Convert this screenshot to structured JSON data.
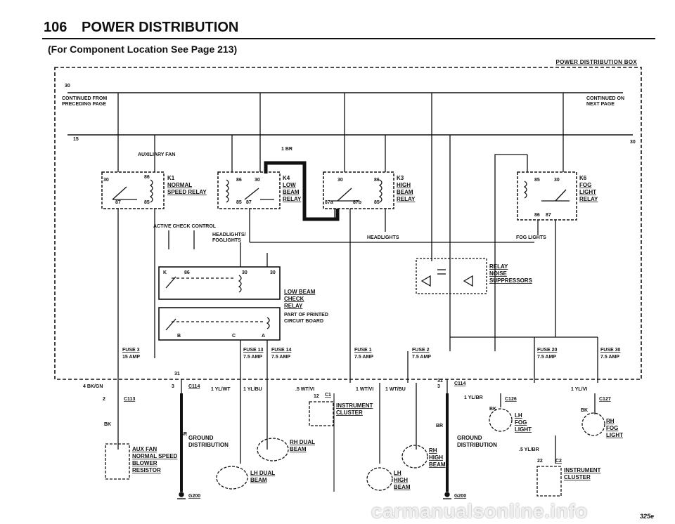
{
  "header": {
    "page_number": "106",
    "title": "POWER DISTRIBUTION",
    "subtitle": "(For Component Location See Page 213)",
    "box_title": "POWER DISTRIBUTION BOX"
  },
  "bus": {
    "b30_left": "30",
    "b15_left": "15",
    "b30_right": "30",
    "cont_from": [
      "CONTINUED FROM",
      "PRECEDING PAGE"
    ],
    "cont_on": [
      "CONTINUED ON",
      "NEXT PAGE"
    ]
  },
  "relays": {
    "k1": {
      "id": "K1",
      "lines": [
        "NORMAL",
        "SPEED RELAY"
      ],
      "caption": "AUXILIARY FAN",
      "pins": [
        "30",
        "86",
        "87",
        "85"
      ]
    },
    "k4": {
      "id": "K4",
      "lines": [
        "LOW",
        "BEAM",
        "RELAY"
      ],
      "pins": [
        "86",
        "30",
        "85",
        "87"
      ]
    },
    "k3": {
      "id": "K3",
      "lines": [
        "HIGH",
        "BEAM",
        "RELAY"
      ],
      "pins": [
        "30",
        "86",
        "87a",
        "87b",
        "85"
      ]
    },
    "k6": {
      "id": "K6",
      "lines": [
        "FOG",
        "LIGHT",
        "RELAY"
      ],
      "pins": [
        "85",
        "30",
        "86",
        "87"
      ]
    },
    "lowbeam_check": {
      "lines": [
        "LOW BEAM",
        "CHECK",
        "RELAY"
      ],
      "note": [
        "PART OF PRINTED",
        "CIRCUIT BOARD"
      ],
      "pins": [
        "K",
        "86",
        "30",
        "30",
        "B",
        "C",
        "A"
      ]
    },
    "noise": {
      "lines": [
        "RELAY",
        "NOISE",
        "SUPPRESSORS"
      ]
    }
  },
  "labels": {
    "br1": "1 BR",
    "active_check": "ACTIVE CHECK CONTROL",
    "headlights_foglights": [
      "HEADLIGHTS/",
      "FOGLIGHTS"
    ],
    "headlights": "HEADLIGHTS",
    "fog_lights": "FOG LIGHTS"
  },
  "fuses": [
    {
      "name": "FUSE 3",
      "rating": "15 AMP"
    },
    {
      "name": "FUSE 13",
      "rating": "7.5 AMP"
    },
    {
      "name": "FUSE 14",
      "rating": "7.5 AMP"
    },
    {
      "name": "FUSE 1",
      "rating": "7.5 AMP"
    },
    {
      "name": "FUSE 2",
      "rating": "7.5 AMP"
    },
    {
      "name": "FUSE 20",
      "rating": "7.5 AMP"
    },
    {
      "name": "FUSE 30",
      "rating": "7.5 AMP"
    }
  ],
  "wires": {
    "w_4bkgn": "4 BK/GN",
    "w_c113_pin": "2",
    "c113": "C113",
    "bk_left": "BK",
    "c114_pin31": "31",
    "c114_pin3": "3",
    "c114": "C114",
    "w_yl_wt": "1 YL/WT",
    "w_yl_bu": "1 YL/BU",
    "w_wt_vi": ".5 WT/VI",
    "c1_pin": "12",
    "c1": "C1",
    "w_wt_vi2": "1 WT/VI",
    "w_wt_bu": "1 WT/BU",
    "br_mid": "BR",
    "c114_right_31": "31",
    "c114_right_3": "3",
    "c114_right": "C114",
    "w_yl_br": "1 YL/BR",
    "c126": "C126",
    "bk_mid": "BK",
    "br_right": "BR",
    "w_yl_vi": "1 YL/VI",
    "c127": "C127",
    "bk_right": "BK",
    "w_yl_br5": ".5 YL/BR",
    "c2_pin": "22",
    "c2": "C2"
  },
  "components": {
    "aux_fan": [
      "AUX FAN",
      "NORMAL SPEED",
      "BLOWER",
      "RESISTOR"
    ],
    "ground_dist_left": [
      "GROUND",
      "DISTRIBUTION"
    ],
    "g200_left": "G200",
    "rh_dual": [
      "RH DUAL",
      "BEAM"
    ],
    "lh_dual": [
      "LH DUAL",
      "BEAM"
    ],
    "instrument_cluster_mid": [
      "INSTRUMENT",
      "CLUSTER"
    ],
    "rh_high": [
      "RH",
      "HIGH",
      "BEAM"
    ],
    "lh_high": [
      "LH",
      "HIGH",
      "BEAM"
    ],
    "ground_dist_right": [
      "GROUND",
      "DISTRIBUTION"
    ],
    "g200_right": "G200",
    "lh_fog": [
      "LH",
      "FOG",
      "LIGHT"
    ],
    "rh_fog": [
      "RH",
      "FOG",
      "LIGHT"
    ],
    "instrument_cluster_right": [
      "INSTRUMENT",
      "CLUSTER"
    ]
  },
  "footer": {
    "code": "325e",
    "watermark": "carmanualsonline.info"
  }
}
